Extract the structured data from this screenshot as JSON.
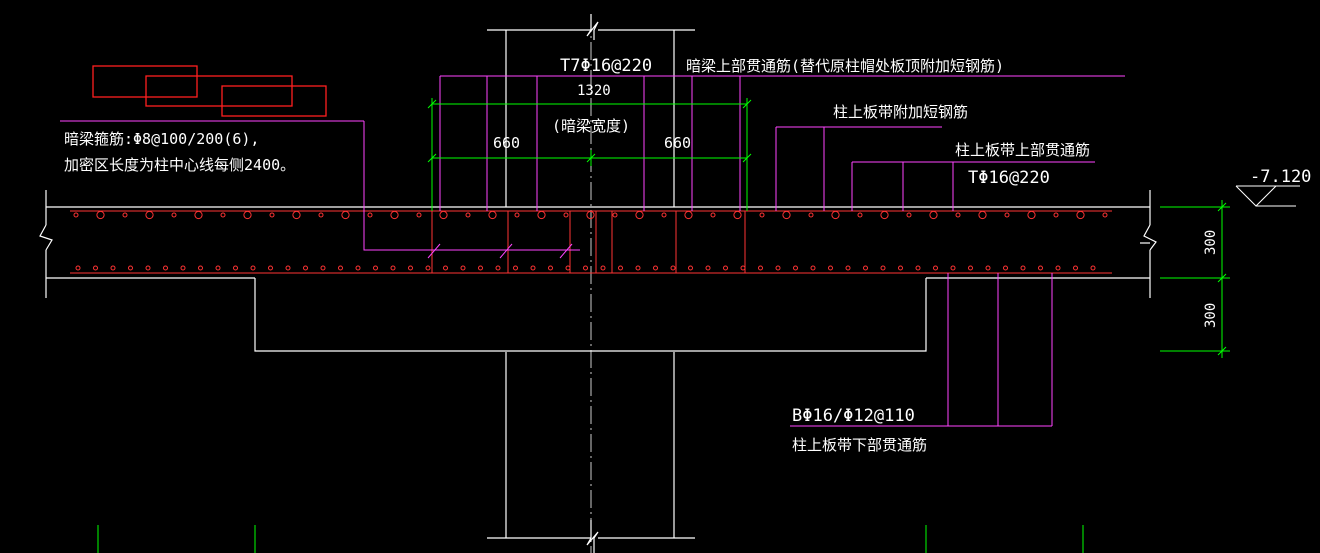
{
  "colors": {
    "background": "#000000",
    "outline": "#ffffff",
    "rebar": "#ff3333",
    "leader": "#ff44ff",
    "dimension": "#00ff00",
    "text": "#ffffff",
    "highlight_box": "#ff2020"
  },
  "labels": {
    "top_rebar_spec": "T7Φ16@220",
    "top_rebar_desc": "暗梁上部贯通筋(替代原柱帽处板顶附加短钢筋)",
    "beam_width_total": "1320",
    "beam_width_label": "(暗梁宽度)",
    "half_left": "660",
    "half_right": "660",
    "stirrup_line1": "暗梁箍筋:Φ8@100/200(6),",
    "stirrup_line2": "加密区长度为柱中心线每侧2400。",
    "strip_extra_rebar": "柱上板带附加短钢筋",
    "strip_top_rebar": "柱上板带上部贯通筋",
    "strip_top_spec": "TΦ16@220",
    "elevation": "-7.120",
    "dim_slab": "300",
    "dim_drop": "300",
    "bottom_rebar_spec": "BΦ16/Φ12@110",
    "bottom_rebar_desc": "柱上板带下部贯通筋"
  },
  "icons": {
    "break_symbol": "zigzag-break-icon",
    "elevation_marker": "triangle-elevation-icon"
  }
}
